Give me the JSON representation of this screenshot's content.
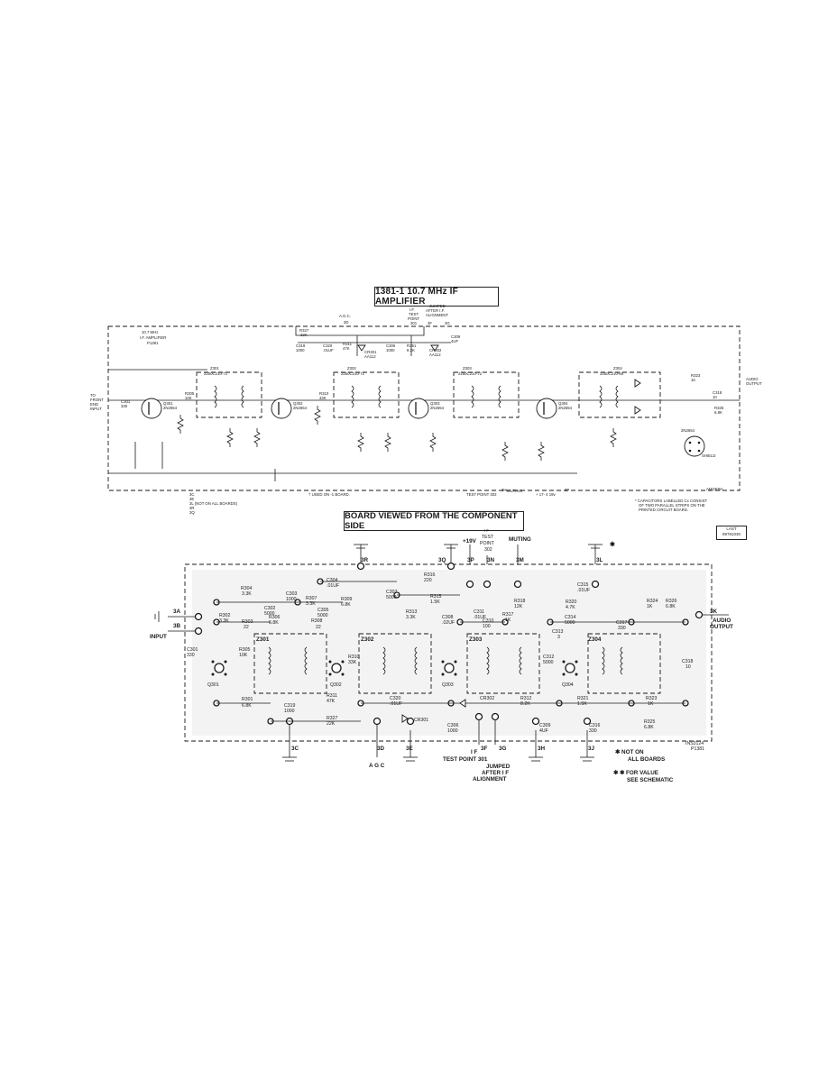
{
  "schematic": {
    "title": "1381-1 10.7 MHz IF AMPLIFIER",
    "drawing_no": "AM2306A",
    "subtitle_lines": [
      "10.7 MHz",
      "I.F. AMPLIFIER",
      "P1381"
    ],
    "top_labels": {
      "agc": "A.G.C.",
      "agc_pin": "3D",
      "test_point": [
        "I.F.",
        "TEST",
        "POINT",
        "301"
      ],
      "jumped": [
        "JUMPED",
        "AFTER I.F.",
        "ALIGNMENT"
      ],
      "pin_3f": "3F",
      "pin_3g": "3G"
    },
    "components": {
      "r327": [
        "R327",
        "22K"
      ],
      "c319": [
        "C319",
        "1000"
      ],
      "c320": [
        "C320",
        ".01UF"
      ],
      "r311": [
        "R311",
        "47K"
      ],
      "cr301": [
        "CR301",
        "AA112"
      ],
      "c306": [
        "C306",
        "1000"
      ],
      "r351": [
        "R351",
        "8.2K"
      ],
      "cr302": [
        "CR302",
        "AA112"
      ],
      "c309": [
        "C309",
        "4UF"
      ],
      "z301": [
        "Z301",
        "2250C210-71"
      ],
      "z302": [
        "Z302",
        "2250C210-71"
      ],
      "z303": [
        "Z303",
        "2250C210-72"
      ],
      "z304": [
        "Z304",
        "2250C210-68"
      ],
      "q301": [
        "Q301",
        "2N2654"
      ],
      "q302": [
        "Q302",
        "2N2654"
      ],
      "q303": [
        "Q303",
        "2N2654"
      ],
      "q304": [
        "Q304",
        "2N2654"
      ],
      "c301": [
        "C301",
        "330"
      ],
      "r305": [
        "R305",
        "10K"
      ],
      "r310": [
        "R310",
        "33K"
      ],
      "r323": [
        "R323",
        "1K"
      ],
      "r325": [
        "R325",
        "6.8K"
      ],
      "c318": [
        "C318",
        "10"
      ],
      "audio_out": [
        "AUDIO",
        "OUTPUT"
      ],
      "input": [
        "TO",
        "FRONT",
        "END",
        "INPUT"
      ],
      "test_302": "TEST POINT 302",
      "muting": "MUTING",
      "transistor": "2N2654",
      "shield": "SHIELD"
    },
    "footnotes": {
      "used_on": "† USED ON -1 BOARD.",
      "caps": [
        "* CAPACITORS LABELLED Cx CONSIST",
        "OF TWO PARALLEL STRIPS ON THE",
        "PRINTED CIRCUIT BOARD."
      ],
      "pins_bottom": [
        "3C",
        "3E",
        "3L (NOT ON ALL BOARDS)",
        "3R",
        "3Q"
      ],
      "pin_3h": "3H",
      "pin_3p": "3P",
      "plus19": "+ 17- 4 19v"
    }
  },
  "board": {
    "title": "BOARD VIEWED FROM THE COMPONENT SIDE",
    "last_box": [
      "LAST",
      "89781030"
    ],
    "pins_top": [
      "3R",
      "3Q",
      "3P",
      "3N",
      "3M",
      "3L"
    ],
    "pin_labels_top": {
      "plus19": "+19V",
      "tp": [
        "I F",
        "TEST",
        "POINT",
        "302"
      ],
      "muting": "MUTING",
      "star": "✱"
    },
    "pins_left": [
      "3A",
      "3B"
    ],
    "input": "INPUT",
    "pins_right": [
      "3K"
    ],
    "audio": [
      "AUDIO",
      "OUTPUT"
    ],
    "pins_bottom": [
      "3C",
      "3D",
      "3E",
      "3F",
      "3G",
      "3H",
      "3J"
    ],
    "agc": "A G C",
    "tp301": [
      "I F",
      "TEST POINT 301"
    ],
    "jumped": [
      "JUMPED",
      "AFTER I F",
      "ALIGNMENT"
    ],
    "parts": {
      "r304": [
        "R304",
        "3.3K"
      ],
      "c304": [
        "C304",
        ".01UF"
      ],
      "c303": [
        "C303",
        "1000"
      ],
      "r307": [
        "R307",
        "3.3K"
      ],
      "r309": [
        "R309",
        "6.8K"
      ],
      "c307": [
        "C307",
        "5000"
      ],
      "r316": [
        "R316",
        "220"
      ],
      "r315": [
        "R315",
        "1.5K"
      ],
      "r318": [
        "R318",
        "12K"
      ],
      "c315": [
        "C315",
        ".01UF"
      ],
      "r320": [
        "R320",
        "4.7K"
      ],
      "r324": [
        "R324",
        "1K"
      ],
      "r326": [
        "R326",
        "6.8K"
      ],
      "r302": [
        "R302",
        "3.3K"
      ],
      "c302": [
        "C302",
        "5000"
      ],
      "r303": [
        "R303",
        "22"
      ],
      "r306": [
        "R306",
        "6.8K"
      ],
      "c305": [
        "C305",
        "5000"
      ],
      "r308": [
        "R308",
        "22"
      ],
      "r313": [
        "R313",
        "3.3K"
      ],
      "c308": [
        "C308",
        ".02UF"
      ],
      "c311": [
        "C311",
        ".01UF"
      ],
      "c310": [
        "C310",
        "100"
      ],
      "r317": [
        "R317",
        "1K"
      ],
      "c314": [
        "C314",
        "5000"
      ],
      "c317": [
        "C317",
        "330"
      ],
      "c313": [
        "C313",
        "3"
      ],
      "c312": [
        "C312",
        "5000"
      ],
      "c301": [
        "C301",
        "330"
      ],
      "r305": [
        "R305",
        "10K"
      ],
      "r310": [
        "R310",
        "33K"
      ],
      "z301": "Z301",
      "z302": "Z302",
      "z303": "Z303",
      "z304": "Z304",
      "q301": "Q301",
      "q302": "Q302",
      "q303": "Q303",
      "q304": "Q304",
      "r301": [
        "R301",
        "6.8K"
      ],
      "c319": [
        "C319",
        "1000"
      ],
      "r311": [
        "R311",
        "47K"
      ],
      "r327": [
        "R327",
        "22K"
      ],
      "c320": [
        "C320",
        ".01UF"
      ],
      "cr301": "CR301",
      "cr302": "CR302",
      "r312": [
        "R312",
        "8.2K"
      ],
      "c306": [
        "C306",
        "1000"
      ],
      "c309": [
        "C309",
        "4UF"
      ],
      "r321": [
        "R321",
        "1.5K"
      ],
      "c316": [
        "C316",
        "330"
      ],
      "r323": [
        "R323",
        "1K"
      ],
      "r325": [
        "R325",
        "6.8K"
      ],
      "c318": [
        "C318",
        "10"
      ]
    },
    "notes": {
      "not_on": [
        "✱ NOT ON",
        "ALL BOARDS"
      ],
      "for_value": [
        "✱ ✱ FOR VALUE",
        "SEE SCHEMATIC"
      ],
      "ins": [
        "INS3124",
        "P1381"
      ]
    }
  }
}
